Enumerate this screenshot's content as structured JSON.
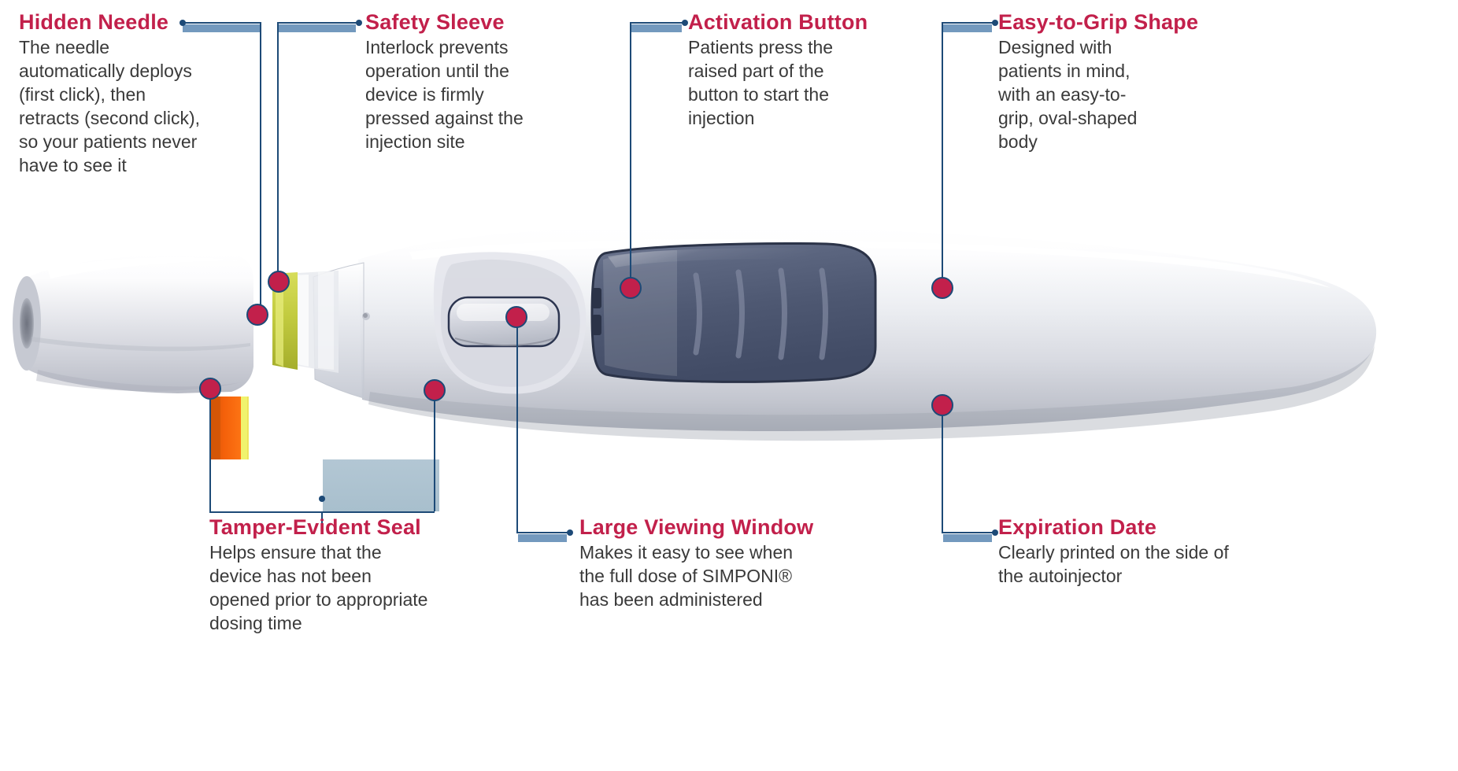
{
  "figure": {
    "subject": "SIMPONI autoinjector",
    "accent_title_color": "#c2204b",
    "body_text_color": "#3a3a3a",
    "leader_line_color": "#1d4a77",
    "dot_fill_color": "#c2204b"
  },
  "callouts": {
    "hidden_needle": {
      "title": "Hidden Needle",
      "body": "The needle automatically deploys (first click), then retracts (second click), so your patients never have to see it"
    },
    "safety_sleeve": {
      "title": "Safety Sleeve",
      "body": "Interlock prevents operation until the device is firmly pressed against the injection site"
    },
    "activation_button": {
      "title": "Activation Button",
      "body": "Patients press the raised part of the button to start the injection"
    },
    "easy_to_grip_shape": {
      "title": "Easy-to-Grip Shape",
      "body": "Designed with patients in mind, with an easy-to-grip, oval-shaped body"
    },
    "tamper_evident_seal": {
      "title": "Tamper-Evident Seal",
      "body": "Helps ensure that the device has not been opened prior to appropriate dosing time"
    },
    "large_viewing_window": {
      "title": "Large Viewing Window",
      "body": "Makes it easy to see when the full dose of SIMPONI® has been administered"
    },
    "expiration_date": {
      "title": "Expiration Date",
      "body": "Clearly printed on the side of the autoinjector"
    }
  },
  "device_parts": {
    "cap": "cap",
    "needle_shield": "needle-shield",
    "safety_sleeve": "safety-sleeve",
    "tamper_seal": "tamper-seal",
    "label_panel": "label-panel",
    "viewing_window": "viewing-window",
    "activation_button": "activation-button",
    "body_shell": "body-shell"
  }
}
